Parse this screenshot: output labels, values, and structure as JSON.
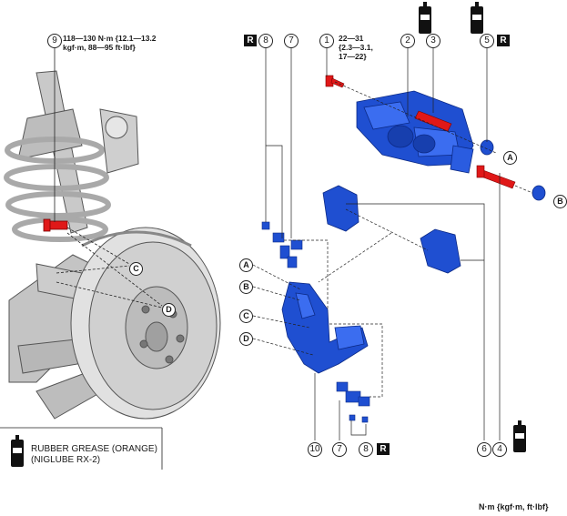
{
  "torque_spec_9": {
    "line1": "118—130 N·m {12.1—13.2",
    "line2": "kgf·m, 88—95 ft·lbf}"
  },
  "torque_spec_1": {
    "line1": "22—31",
    "line2": "{2.3—3.1,",
    "line3": "17—22}"
  },
  "callouts": [
    "1",
    "2",
    "3",
    "4",
    "5",
    "6",
    "7",
    "8",
    "9",
    "10"
  ],
  "letters": [
    "A",
    "B",
    "C",
    "D"
  ],
  "reuse_tag": "R",
  "legend": {
    "line1": "RUBBER GREASE (ORANGE)",
    "line2": "(NIGLUBE RX-2)"
  },
  "units_note": "N·m {kgf·m, ft·lbf}",
  "colors": {
    "part_blue": "#1f4fd1",
    "part_red": "#e01818",
    "outline": "#222222"
  }
}
